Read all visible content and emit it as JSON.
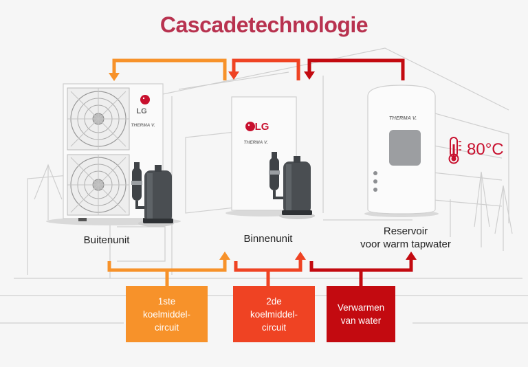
{
  "title": "Cascadetechnologie",
  "units": {
    "outdoor": {
      "label": "Buitenunit",
      "brand": "LG",
      "series": "THERMA V."
    },
    "indoor": {
      "label": "Binnenunit",
      "brand": "LG",
      "series": "THERMA V."
    },
    "tank": {
      "label_line1": "Reservoir",
      "label_line2": "voor warm tapwater",
      "series": "THERMA V.",
      "temperature": "80°C"
    }
  },
  "circuits": [
    {
      "line1": "1ste",
      "line2": "koelmiddel-",
      "line3": "circuit",
      "color": "#f7922a"
    },
    {
      "line1": "2de",
      "line2": "koelmiddel-",
      "line3": "circuit",
      "color": "#ef4323"
    },
    {
      "line1": "Verwarmen",
      "line2": "van water",
      "color": "#c30a10"
    }
  ],
  "colors": {
    "title": "#b8324f",
    "accent_red": "#c8102e",
    "lg_logo": "#c8102e"
  }
}
